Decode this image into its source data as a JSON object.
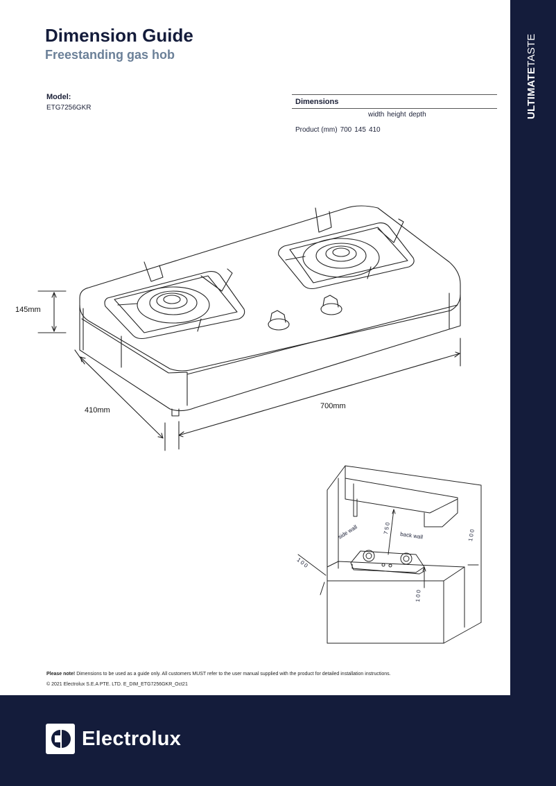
{
  "brand": {
    "sidebar_bold": "ULTIMATE",
    "sidebar_light": "TASTE",
    "logo_text": "Electrolux"
  },
  "header": {
    "title": "Dimension Guide",
    "subtitle": "Freestanding gas hob"
  },
  "model": {
    "label": "Model:",
    "value": "ETG7256GKR"
  },
  "dimensions": {
    "heading": "Dimensions",
    "columns": [
      "width",
      "height",
      "depth"
    ],
    "row_label": "Product (mm)",
    "values": [
      "700",
      "145",
      "410"
    ]
  },
  "drawing": {
    "height_label": "145mm",
    "depth_label": "410mm",
    "width_label": "700mm"
  },
  "install": {
    "side_wall": "side wall",
    "back_wall": "back wall",
    "clear_750": "750",
    "clear_100_right": "100",
    "clear_100_left": "100",
    "clear_100_below": "100"
  },
  "footer": {
    "note_bold": "Please note!",
    "note_text": " Dimensions to be used as a guide only. All customers MUST refer to the user manual supplied with the product for detailed installation instructions.",
    "copyright": "© 2021 Electrolux S.E.A PTE. LTD. E_DIM_ETG7256GKR_Oct21"
  },
  "colors": {
    "navy": "#141c3b",
    "subtitle": "#6b8098"
  }
}
